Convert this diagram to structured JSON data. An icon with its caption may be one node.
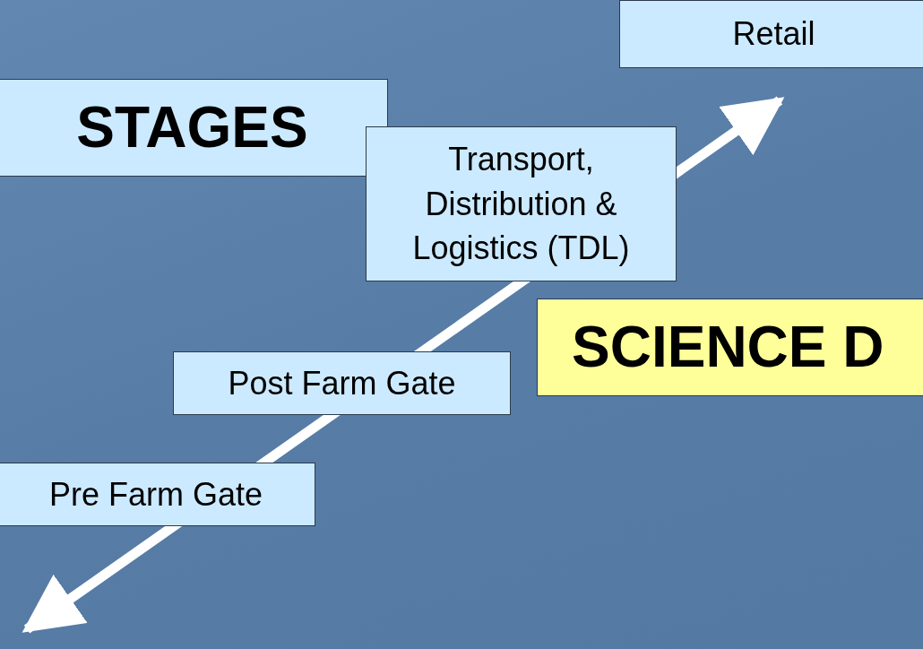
{
  "diagram": {
    "nodes": [
      {
        "text": [
          "Retail"
        ]
      },
      {
        "text": [
          "STAGES"
        ]
      },
      {
        "text": [
          "Transport, Distribution & Logistics (TDL)"
        ]
      },
      {
        "text": [
          "SCIENCE D"
        ]
      },
      {
        "text": [
          "Post Farm Gate"
        ]
      },
      {
        "text": [
          "Pre Farm Gate"
        ]
      }
    ]
  }
}
